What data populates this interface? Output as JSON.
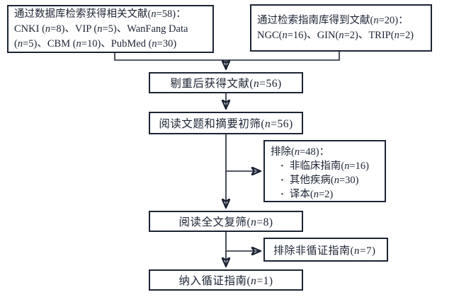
{
  "colors": {
    "ink": "#1c2434",
    "background": "#ffffff"
  },
  "flowchart": {
    "sources": [
      {
        "name": "database-search",
        "lines": [
          "通过数据库检索获得相关文献(n=58)：",
          "CNKI (n=8)、VIP (n=5)、WanFang Data",
          "(n=5)、CBM (n=10)、PubMed (n=30)"
        ]
      },
      {
        "name": "guideline-library-search",
        "lines": [
          "通过检索指南库得到文献(n=20)：",
          "NGC(n=16)、GIN(n=2)、TRIP(n=2)"
        ]
      }
    ],
    "steps": [
      {
        "name": "deduplicated",
        "label": "剔重后获得文献(n=56)"
      },
      {
        "name": "title-abstract-screen",
        "label": "阅读文题和摘要初筛(n=56)"
      },
      {
        "name": "fulltext-screen",
        "label": "阅读全文复筛(n=8)"
      },
      {
        "name": "included",
        "label": "纳入循证指南(n=1)"
      }
    ],
    "exclusions": {
      "first": {
        "title": "排除(n=48)：",
        "items": [
          "非临床指南(n=16)",
          "其他疾病(n=30)",
          "译本(n=2)"
        ]
      },
      "second": {
        "label": "排除非循证指南(n=7)"
      }
    }
  }
}
